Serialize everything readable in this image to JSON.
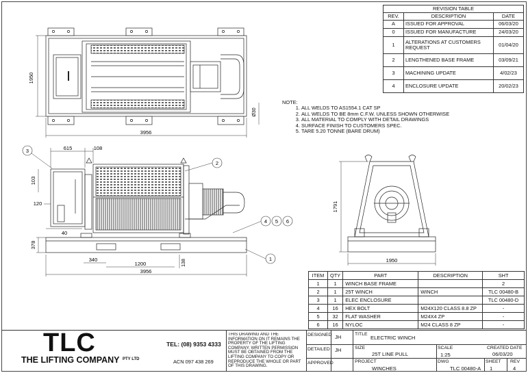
{
  "revision_table": {
    "title": "REVISION TABLE",
    "headers": [
      "REV.",
      "DESCRIPTION",
      "DATE"
    ],
    "rows": [
      {
        "rev": "A",
        "description": "ISSUED FOR APPROVAL",
        "date": "06/03/20"
      },
      {
        "rev": "0",
        "description": "ISSUED FOR MANUFACTURE",
        "date": "24/03/20"
      },
      {
        "rev": "1",
        "description": "ALTERATIONS AT CUSTOMERS REQUEST",
        "date": "01/04/20"
      },
      {
        "rev": "2",
        "description": "LENGTHENED BASE FRAME",
        "date": "03/09/21"
      },
      {
        "rev": "3",
        "description": "MACHINING UPDATE",
        "date": "4/02/23"
      },
      {
        "rev": "4",
        "description": "ENCLOSURE UPDATE",
        "date": "20/02/23"
      }
    ]
  },
  "notes": {
    "title": "NOTE:",
    "items": [
      "ALL WELDS TO AS1554.1 CAT SP",
      "ALL WELDS TO BE 8mm C.F.W. UNLESS SHOWN OTHERWISE",
      "ALL MATERIAL TO COMPLY WITH DETAIL DRAWINGS",
      "SURFACE FINISH TO CUSTOMERS SPEC.",
      "TARE 5.20 TONNE (BARE DRUM)"
    ]
  },
  "dimensions": {
    "top_height": "1950",
    "top_length": "3956",
    "top_dia": "Ø30",
    "side_615": "615",
    "side_108": "108",
    "side_103": "103",
    "side_120": "120",
    "side_40": "40",
    "side_378": "378",
    "side_340": "340",
    "side_1200": "1200",
    "side_138": "138",
    "side_length": "3956",
    "end_height": "1791",
    "end_width": "1950"
  },
  "balloons": {
    "b1": "1",
    "b2": "2",
    "b3": "3",
    "b4": "4",
    "b5": "5",
    "b6": "6"
  },
  "bom": {
    "headers": [
      "ITEM",
      "QTY",
      "PART",
      "DESCRIPTION",
      "SHT"
    ],
    "rows": [
      {
        "item": "1",
        "qty": "1",
        "part": "WINCH BASE FRAME",
        "description": "",
        "sht": "2"
      },
      {
        "item": "2",
        "qty": "1",
        "part": "25T WINCH",
        "description": "WINCH",
        "sht": "TLC 00480-B"
      },
      {
        "item": "3",
        "qty": "1",
        "part": "ELEC ENCLOSURE",
        "description": "",
        "sht": "TLC 00480-D"
      },
      {
        "item": "4",
        "qty": "16",
        "part": "HEX BOLT",
        "description": "M24X120 CLASS 8.8 ZP",
        "sht": "-"
      },
      {
        "item": "5",
        "qty": "32",
        "part": "FLAT WASHER",
        "description": "M24X4 ZP",
        "sht": "-"
      },
      {
        "item": "6",
        "qty": "16",
        "part": "NYLOC",
        "description": "M24 CLASS 8 ZP",
        "sht": "-"
      }
    ]
  },
  "title_block": {
    "logo": "TLC",
    "company": "THE LIFTING COMPANY",
    "pty": "PTY LTD",
    "tel": "TEL: (08) 9353 4333",
    "acn": "ACN 097 438 269",
    "disclaimer": "THIS DRAWING AND THE INFORMATION ON IT REMAINS THE PROPERTY OF THE LIFTING COMPANY. WRITTEN PERMISSION MUST BE OBTAINED FROM THE LIFTING COMPANY TO COPY OR REPRODUCE THE WHOLE OR PART OF THIS DRAWING.",
    "designed_label": "DESIGNED",
    "designed": "JH",
    "detailed_label": "DETAILED",
    "detailed": "JH",
    "approved_label": "APPROVED",
    "title_label": "TITLE",
    "title": "ELECTRIC WINCH",
    "size_label": "SIZE",
    "size": "25T LINE PULL",
    "project_label": "PROJECT",
    "project": "WINCHES",
    "scale_label": "SCALE",
    "scale": "1:25",
    "created_label": "CREATED DATE",
    "created": "06/03/20",
    "dwg_label": "DWG",
    "dwg": "TLC 00480-A",
    "sheet_label": "SHEET",
    "sheet": "1",
    "rev_label": "REV",
    "rev": "4"
  }
}
